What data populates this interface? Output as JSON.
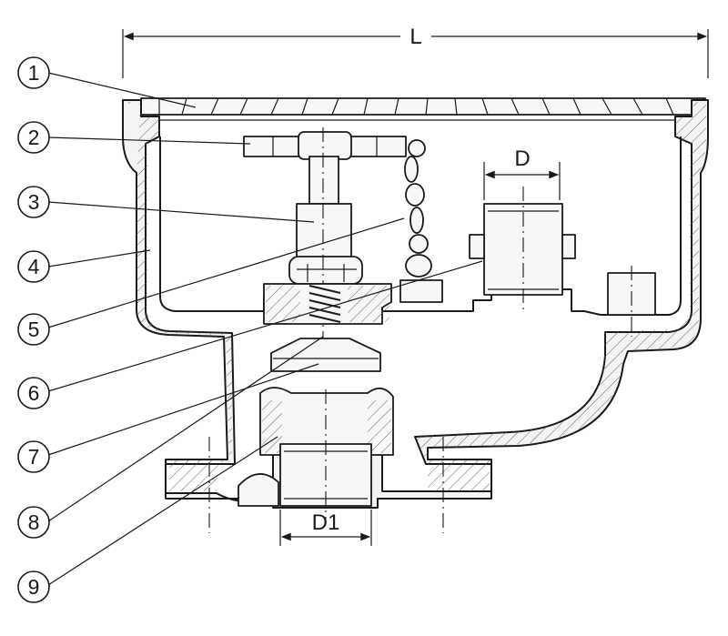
{
  "dimensions": {
    "overall_length": "L",
    "outlet_diameter": "D",
    "inlet_diameter": "D1"
  },
  "callouts": [
    "1",
    "2",
    "3",
    "4",
    "5",
    "6",
    "7",
    "8",
    "9"
  ]
}
